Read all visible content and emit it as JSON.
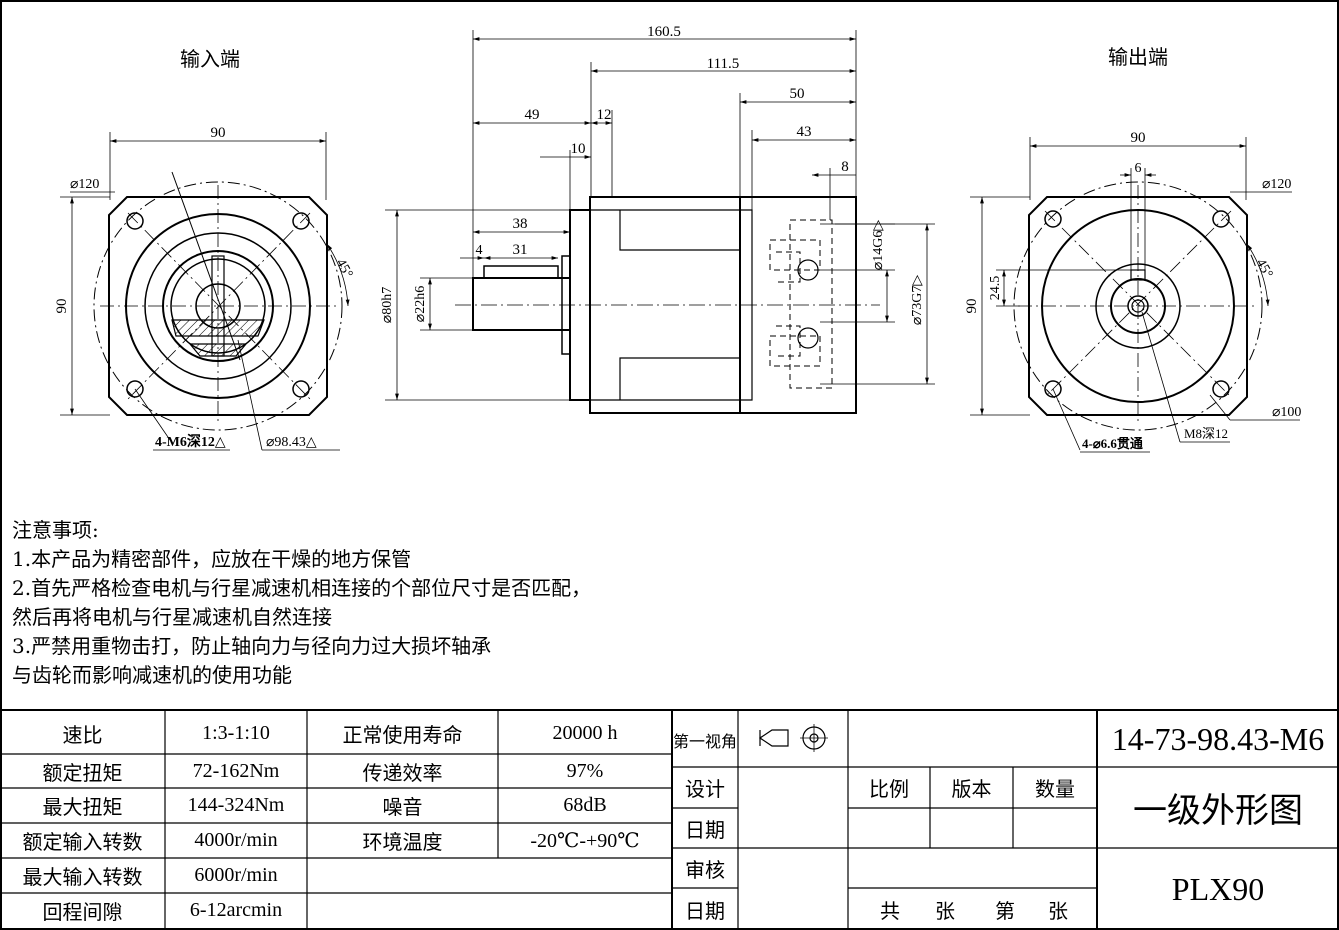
{
  "views": {
    "input_title": "输入端",
    "output_title": "输出端"
  },
  "dims": {
    "input": {
      "width": "90",
      "height": "90",
      "bolt_circle": "⌀120",
      "angle": "45°",
      "holes": "4-M6深12△",
      "pilot": "⌀98.43△"
    },
    "side": {
      "total": "160.5",
      "body": "111.5",
      "flange_len": "50",
      "d49": "49",
      "d12": "12",
      "d43": "43",
      "d10": "10",
      "d8": "8",
      "d38": "38",
      "d4": "4",
      "d31": "31",
      "dia80": "⌀80h7",
      "dia22": "⌀22h6",
      "dia14": "⌀14G6▷",
      "dia73": "⌀73G7▷"
    },
    "output": {
      "width": "90",
      "height": "90",
      "key": "6",
      "offset": "24.5",
      "bolt_circle": "⌀120",
      "angle": "45°",
      "pilot": "⌀100",
      "thread": "M8深12",
      "holes": "4-⌀6.6贯通"
    }
  },
  "notes": {
    "heading": "注意事项:",
    "line1": "1.本产品为精密部件，应放在干燥的地方保管",
    "line2": "2.首先严格检查电机与行星减速机相连接的个部位尺寸是否匹配，",
    "line3": "然后再将电机与行星减速机自然连接",
    "line4": "3.严禁用重物击打，防止轴向力与径向力过大损坏轴承",
    "line5": "与齿轮而影响减速机的使用功能"
  },
  "specs": [
    {
      "label": "速比",
      "value": "1:3-1:10",
      "label2": "正常使用寿命",
      "value2": "20000 h"
    },
    {
      "label": "额定扭矩",
      "value": "72-162Nm",
      "label2": "传递效率",
      "value2": "97%"
    },
    {
      "label": "最大扭矩",
      "value": "144-324Nm",
      "label2": "噪音",
      "value2": "68dB"
    },
    {
      "label": "额定输入转数",
      "value": "4000r/min",
      "label2": "环境温度",
      "value2": "-20℃-+90℃"
    },
    {
      "label": "最大输入转数",
      "value": "6000r/min",
      "label2": "",
      "value2": ""
    },
    {
      "label": "回程间隙",
      "value": "6-12arcmin",
      "label2": "",
      "value2": ""
    }
  ],
  "titleblock": {
    "projection": "第一视角",
    "design": "设计",
    "date1": "日期",
    "review": "审核",
    "date2": "日期",
    "scale": "比例",
    "version": "版本",
    "quantity": "数量",
    "total": "共",
    "sheets1": "张",
    "page": "第",
    "sheets2": "张",
    "code": "14-73-98.43-M6",
    "drawing_name": "一级外形图",
    "model": "PLX90"
  }
}
